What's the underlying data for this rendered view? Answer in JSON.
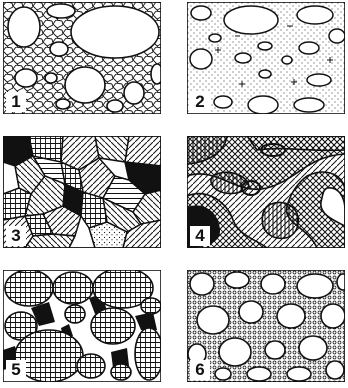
{
  "panels": [
    {
      "label": "1",
      "texture": "clasts-in-polygonal-matrix"
    },
    {
      "label": "2",
      "texture": "clasts-in-stippled-matrix"
    },
    {
      "label": "3",
      "texture": "patterned-angular-grains"
    },
    {
      "label": "4",
      "texture": "swirled-folded-bands"
    },
    {
      "label": "5",
      "texture": "crosshatched-grains-with-black-fill"
    },
    {
      "label": "6",
      "texture": "clasts-in-ringed-cement"
    }
  ]
}
